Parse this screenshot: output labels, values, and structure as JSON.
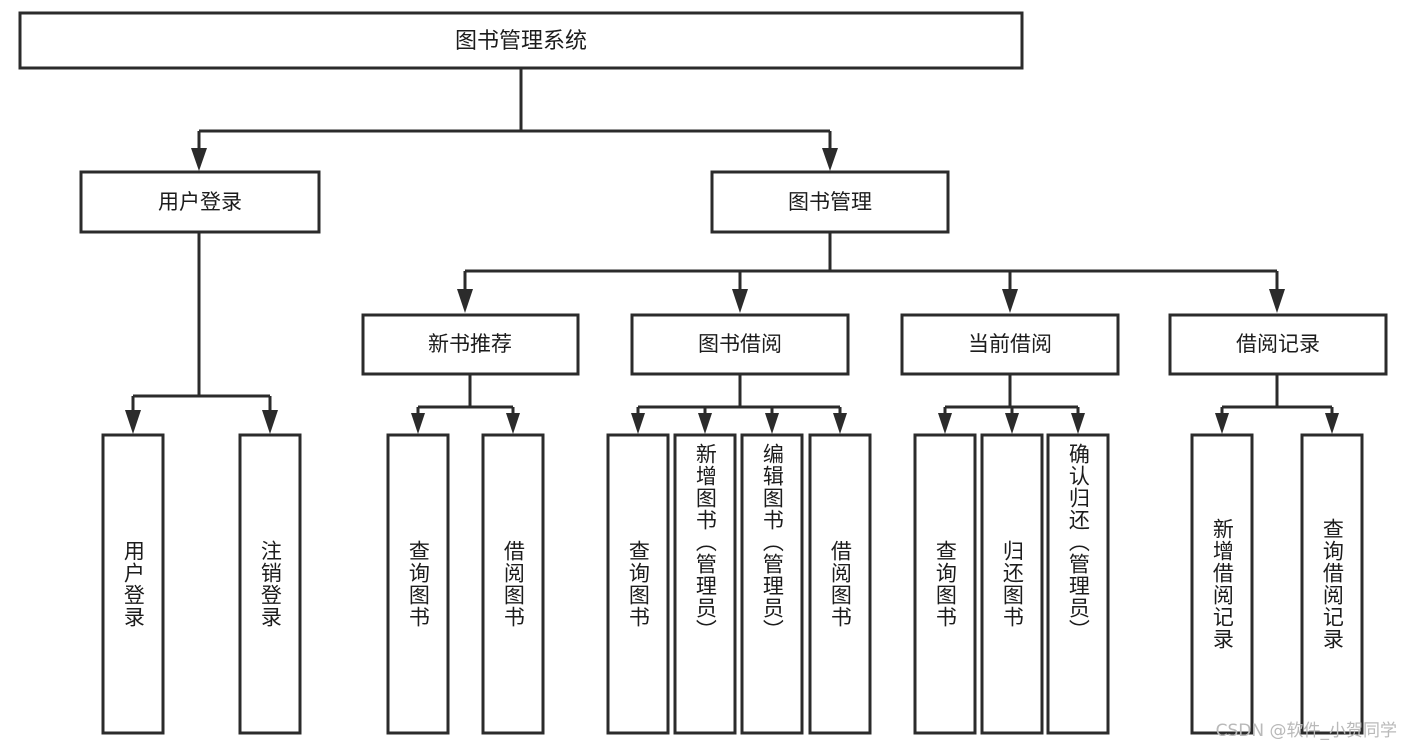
{
  "diagram": {
    "title": "图书管理系统",
    "type": "tree-hierarchy",
    "orientation": "top-down",
    "colors": {
      "box_stroke": "#2b2b2b",
      "box_fill": "#ffffff",
      "connector": "#2b2b2b",
      "text": "#1c1c1c",
      "background": "#ffffff",
      "watermark": "#b9b9b9"
    },
    "root": {
      "label": "图书管理系统"
    },
    "level2": [
      {
        "label": "用户登录"
      },
      {
        "label": "图书管理"
      }
    ],
    "level3": [
      {
        "label": "新书推荐"
      },
      {
        "label": "图书借阅"
      },
      {
        "label": "当前借阅"
      },
      {
        "label": "借阅记录"
      }
    ],
    "groups": [
      {
        "parent": "用户登录",
        "leaves": [
          {
            "label": "用户登录"
          },
          {
            "label": "注销登录"
          }
        ]
      },
      {
        "parent": "新书推荐",
        "leaves": [
          {
            "label": "查询图书"
          },
          {
            "label": "借阅图书"
          }
        ]
      },
      {
        "parent": "图书借阅",
        "leaves": [
          {
            "label": "查询图书"
          },
          {
            "label": "新增图书（管理员）"
          },
          {
            "label": "编辑图书（管理员）"
          },
          {
            "label": "借阅图书"
          }
        ]
      },
      {
        "parent": "当前借阅",
        "leaves": [
          {
            "label": "查询图书"
          },
          {
            "label": "归还图书"
          },
          {
            "label": "确认归还（管理员）"
          }
        ]
      },
      {
        "parent": "借阅记录",
        "leaves": [
          {
            "label": "新增借阅记录"
          },
          {
            "label": "查询借阅记录"
          }
        ]
      }
    ]
  },
  "watermark": {
    "text": "CSDN @软件_小贺同学"
  }
}
